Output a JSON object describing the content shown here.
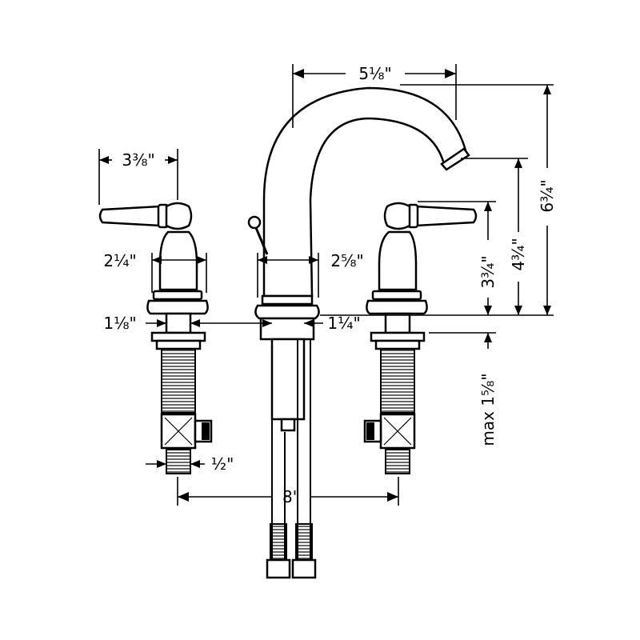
{
  "dimensions": {
    "spout_reach": "5⅛\"",
    "handle_length": "3⅜\"",
    "handle_body_width": "2¼\"",
    "spout_base_width": "2⅝\"",
    "overall_height": "6¾\"",
    "spout_outlet_height": "4¾\"",
    "handle_height": "3¾\"",
    "handle_shank_diameter": "1⅛\"",
    "spout_shank_diameter": "1¼\"",
    "supply_connection": "½\"",
    "center_spread": "8\"",
    "max_deck_thickness": "max 1⅝\""
  }
}
